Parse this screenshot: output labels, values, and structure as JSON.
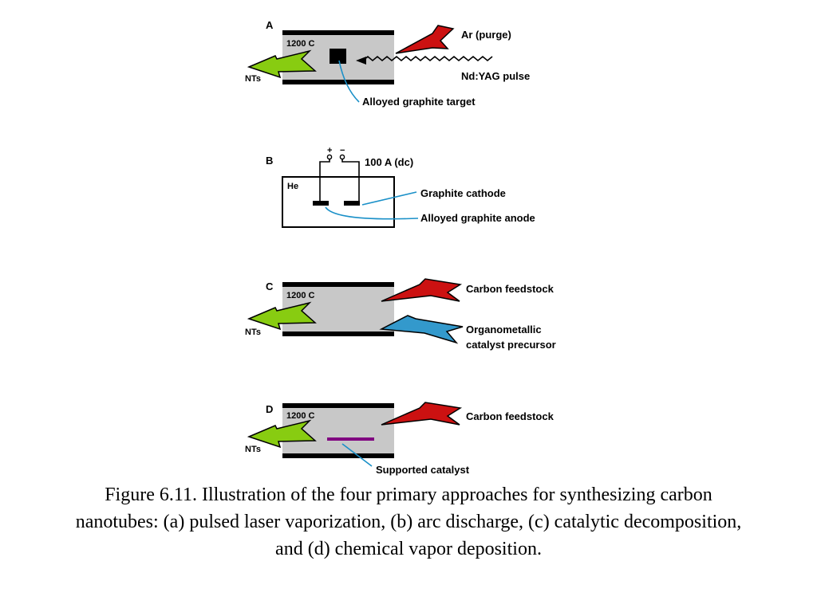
{
  "panels": {
    "a": {
      "letter": "A",
      "temperature": "1200 C",
      "inlet_label": "Ar (purge)",
      "laser_label": "Nd:YAG pulse",
      "target_label": "Alloyed graphite target",
      "outlet_label": "NTs"
    },
    "b": {
      "letter": "B",
      "gas": "He",
      "plus": "+",
      "minus": "−",
      "current_label": "100 A (dc)",
      "cathode_label": "Graphite cathode",
      "anode_label": "Alloyed graphite anode"
    },
    "c": {
      "letter": "C",
      "temperature": "1200 C",
      "feed_label": "Carbon feedstock",
      "catalyst_label_line1": "Organometallic",
      "catalyst_label_line2": "catalyst precursor",
      "outlet_label": "NTs"
    },
    "d": {
      "letter": "D",
      "temperature": "1200 C",
      "feed_label": "Carbon feedstock",
      "catalyst_label": "Supported catalyst",
      "outlet_label": "NTs"
    }
  },
  "caption": "Figure 6.11. Illustration of the four primary approaches for synthesizing carbon nanotubes: (a) pulsed laser vaporization, (b) arc discharge, (c) catalytic decomposition, and (d) chemical vapor deposition.",
  "colors": {
    "furnace_fill": "#c8c8c8",
    "wall": "#000000",
    "inlet_arrow": "#cc1111",
    "outlet_arrow": "#88cc11",
    "catalyst_arrow": "#3399cc",
    "leader_line": "#1a90c8",
    "supported_catalyst": "#800080"
  }
}
